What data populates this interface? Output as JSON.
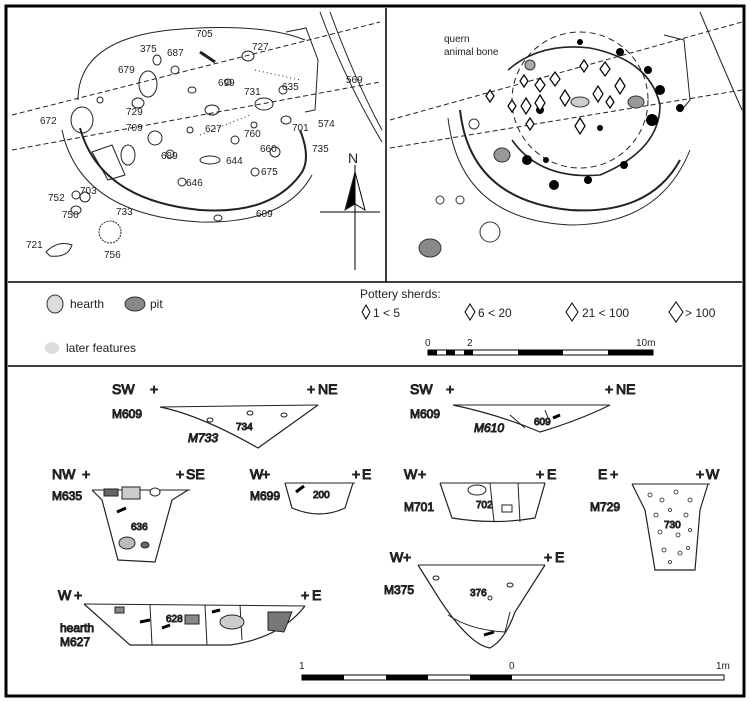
{
  "plan_left": {
    "features": [
      "705",
      "375",
      "687",
      "727",
      "679",
      "699",
      "635",
      "569",
      "731",
      "672",
      "729",
      "627",
      "574",
      "709",
      "760",
      "701",
      "689",
      "644",
      "660",
      "735",
      "646",
      "675",
      "752",
      "703",
      "750",
      "733",
      "609",
      "721",
      "756"
    ],
    "north": "N"
  },
  "plan_right": {
    "annotation_1": "quern",
    "annotation_2": "animal bone"
  },
  "legend": {
    "hearth": "hearth",
    "pit": "pit",
    "later": "later features",
    "pottery_title": "Pottery sherds:",
    "pottery_classes": [
      "1 < 5",
      "6 < 20",
      "21 < 100",
      "> 100"
    ],
    "scale_labels": [
      "0",
      "2",
      "10m"
    ]
  },
  "sections": [
    {
      "left": "SW",
      "right": "NE",
      "cut": "M609",
      "fills": [
        "734"
      ],
      "sub": "M733"
    },
    {
      "left": "SW",
      "right": "NE",
      "cut": "M609",
      "fills": [
        "609"
      ],
      "sub": "M610"
    },
    {
      "left": "NW",
      "right": "SE",
      "cut": "M635",
      "fills": [
        "636"
      ]
    },
    {
      "left": "W",
      "right": "E",
      "cut": "M699",
      "fills": [
        "200"
      ]
    },
    {
      "left": "W",
      "right": "E",
      "cut": "M701",
      "fills": [
        "702"
      ]
    },
    {
      "left": "E",
      "right": "W",
      "cut": "M729",
      "fills": [
        "730"
      ]
    },
    {
      "left": "W",
      "right": "E",
      "cut": "M627",
      "pre": "hearth",
      "fills": [
        "628"
      ]
    },
    {
      "left": "W",
      "right": "E",
      "cut": "M375",
      "fills": [
        "376"
      ]
    }
  ],
  "section_scale": [
    "1",
    "0",
    "1m"
  ]
}
